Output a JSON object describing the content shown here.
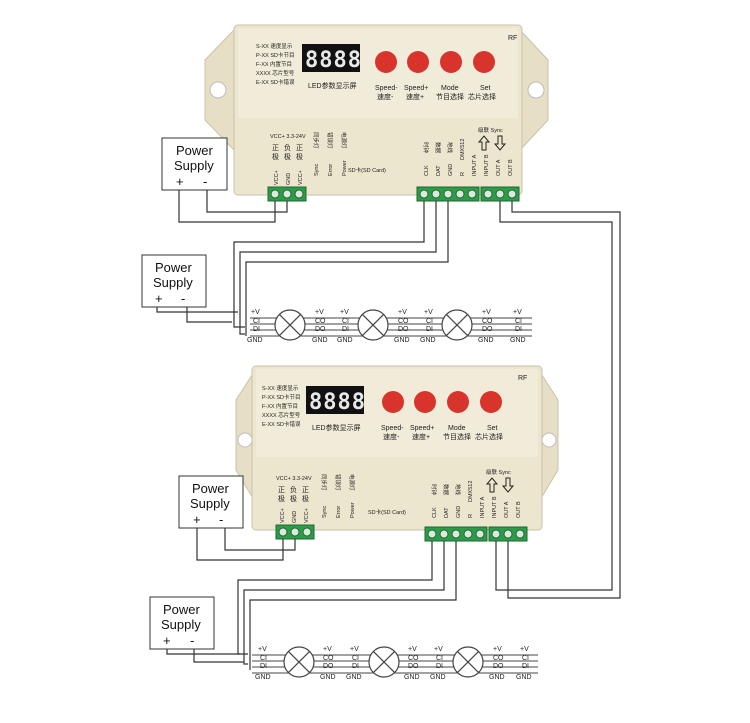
{
  "colors": {
    "housing": "#ece6cf",
    "housing_edge": "#c9c2a8",
    "panel": "#f1ecd9",
    "display": "#111111",
    "button": "#d9342b",
    "terminal": "#2e9a4a",
    "wire": "#333333"
  },
  "controllers": [
    {
      "rf": "RF",
      "display_digits": "8888",
      "display_label": "LED参数显示屏",
      "modes": [
        "S-XX  速度显示",
        "P-XX  SD卡节目",
        "F-XX  内置节目",
        "XXXX  芯片型号",
        "E-XX  SD卡错误"
      ],
      "buttons": [
        {
          "label1": "Speed-",
          "label2": "速度-"
        },
        {
          "label1": "Speed+",
          "label2": "速度+"
        },
        {
          "label1": "Mode",
          "label2": "节目选择"
        },
        {
          "label1": "Set",
          "label2": "芯片选择"
        }
      ],
      "power_label": "VCC+ 3.3-24V",
      "power_cn": [
        "正",
        "负",
        "正"
      ],
      "power_cn2": [
        "极",
        "极",
        "极"
      ],
      "power_pins": [
        "VCC+",
        "GND",
        "VCC+"
      ],
      "status_cn": [
        "同步灯",
        "错误灯",
        "电源灯"
      ],
      "status_pins": [
        "Sync",
        "Error",
        "Power"
      ],
      "sd_label": "SD卡(SD Card)",
      "out_cn": [
        "时钟",
        "数据",
        "地线"
      ],
      "out_pins": [
        "CLK",
        "DAT",
        "GND",
        "R",
        "INPUT A",
        "INPUT B",
        "OUT A",
        "OUT B"
      ],
      "dmx": "DMX512",
      "cascade": "级联 Sync"
    },
    {
      "rf": "RF",
      "display_digits": "8888",
      "display_label": "LED参数显示屏",
      "modes": [
        "S-XX  速度显示",
        "P-XX  SD卡节目",
        "F-XX  内置节目",
        "XXXX  芯片型号",
        "E-XX  SD卡错误"
      ],
      "buttons": [
        {
          "label1": "Speed-",
          "label2": "速度-"
        },
        {
          "label1": "Speed+",
          "label2": "速度+"
        },
        {
          "label1": "Mode",
          "label2": "节目选择"
        },
        {
          "label1": "Set",
          "label2": "芯片选择"
        }
      ],
      "power_label": "VCC+ 3.3-24V",
      "power_cn": [
        "正",
        "负",
        "正"
      ],
      "power_cn2": [
        "极",
        "极",
        "极"
      ],
      "power_pins": [
        "VCC+",
        "GND",
        "VCC+"
      ],
      "status_cn": [
        "同步灯",
        "错误灯",
        "电源灯"
      ],
      "status_pins": [
        "Sync",
        "Error",
        "Power"
      ],
      "sd_label": "SD卡(SD Card)",
      "out_cn": [
        "时钟",
        "数据",
        "地线"
      ],
      "out_pins": [
        "CLK",
        "DAT",
        "GND",
        "R",
        "INPUT A",
        "INPUT B",
        "OUT A",
        "OUT B"
      ],
      "dmx": "DMX512",
      "cascade": "级联 Sync"
    }
  ],
  "power_supplies": [
    {
      "title1": "Power",
      "title2": "Supply",
      "plus": "+",
      "minus": "-"
    },
    {
      "title1": "Power",
      "title2": "Supply",
      "plus": "+",
      "minus": "-"
    },
    {
      "title1": "Power",
      "title2": "Supply",
      "plus": "+",
      "minus": "-"
    },
    {
      "title1": "Power",
      "title2": "Supply",
      "plus": "+",
      "minus": "-"
    }
  ],
  "strip_labels": {
    "vplus": "+V",
    "di": "DI",
    "ci": "CI",
    "co": "CO",
    "do": "DO",
    "gnd": "GND"
  }
}
